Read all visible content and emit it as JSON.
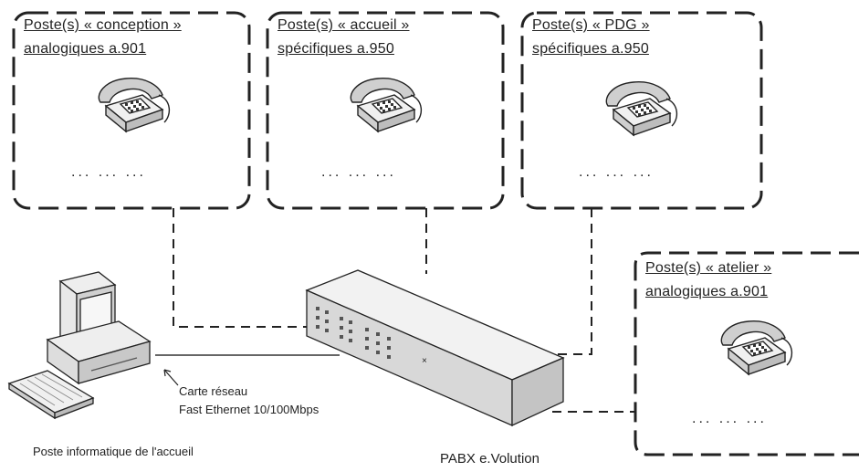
{
  "groups": [
    {
      "line1": "Poste(s) « conception »",
      "line2": "analogiques a.901",
      "dots": "... ... ..."
    },
    {
      "line1": "Poste(s) « accueil »",
      "line2": "spécifiques a.950",
      "dots": "... ... ..."
    },
    {
      "line1": "Poste(s) « PDG »",
      "line2": "spécifiques a.950",
      "dots": "... ... ..."
    },
    {
      "line1": "Poste(s) « atelier »",
      "line2": "analogiques a.901",
      "dots": "... ... ..."
    }
  ],
  "network_card": {
    "line1": "Carte réseau",
    "line2": "Fast Ethernet 10/100Mbps"
  },
  "computer_label": "Poste informatique de l'accueil",
  "pabx_label": "PABX e.Volution",
  "icons": {
    "phone": "telephone-icon",
    "computer": "desktop-computer-icon",
    "pabx": "pabx-switch-icon"
  }
}
